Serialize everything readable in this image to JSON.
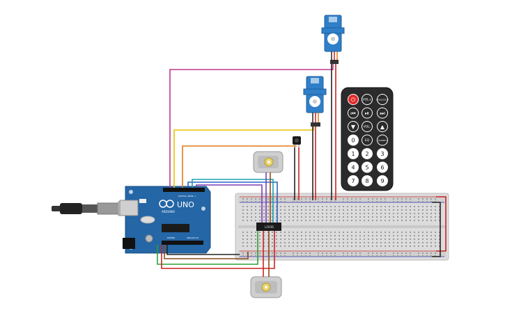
{
  "arduino": {
    "brand": "UNO",
    "logo_text": "ARDUINO",
    "header_digital": "DIGITAL (PWM~)",
    "header_power": "POWER",
    "header_analog": "ANALOG IN"
  },
  "ic": {
    "label": "L293D"
  },
  "remote": {
    "buttons": [
      {
        "text": "⏻",
        "kind": "power"
      },
      {
        "text": "VOL+",
        "kind": "small"
      },
      {
        "text": "FUNC/STOP",
        "kind": "small"
      },
      {
        "text": "⏮",
        "kind": "sym"
      },
      {
        "text": "⏯",
        "kind": "sym"
      },
      {
        "text": "⏭",
        "kind": "sym"
      },
      {
        "text": "▼",
        "kind": "sym"
      },
      {
        "text": "VOL-",
        "kind": "small"
      },
      {
        "text": "▲",
        "kind": "sym"
      },
      {
        "text": "0",
        "kind": "num"
      },
      {
        "text": "EQ",
        "kind": "small"
      },
      {
        "text": "ST/REPT",
        "kind": "small"
      },
      {
        "text": "1",
        "kind": "num"
      },
      {
        "text": "2",
        "kind": "num"
      },
      {
        "text": "3",
        "kind": "num"
      },
      {
        "text": "4",
        "kind": "num"
      },
      {
        "text": "5",
        "kind": "num"
      },
      {
        "text": "6",
        "kind": "num"
      },
      {
        "text": "7",
        "kind": "num"
      },
      {
        "text": "8",
        "kind": "num"
      },
      {
        "text": "9",
        "kind": "num"
      }
    ]
  },
  "colors": {
    "board": "#2466a6",
    "servo": "#2f7fc9",
    "breadboard": "#dcdcdc",
    "remote": "#2b2b2b",
    "wire_magenta": "#c0378d",
    "wire_yellow": "#e8c200",
    "wire_orange": "#e07a1a",
    "wire_black": "#222222",
    "wire_red": "#cc2222",
    "wire_green": "#2e9e3a",
    "wire_brown": "#8a4a1a",
    "wire_purple": "#7b3fb5",
    "wire_blue": "#2a63c9",
    "wire_teal": "#1aa3b0"
  }
}
